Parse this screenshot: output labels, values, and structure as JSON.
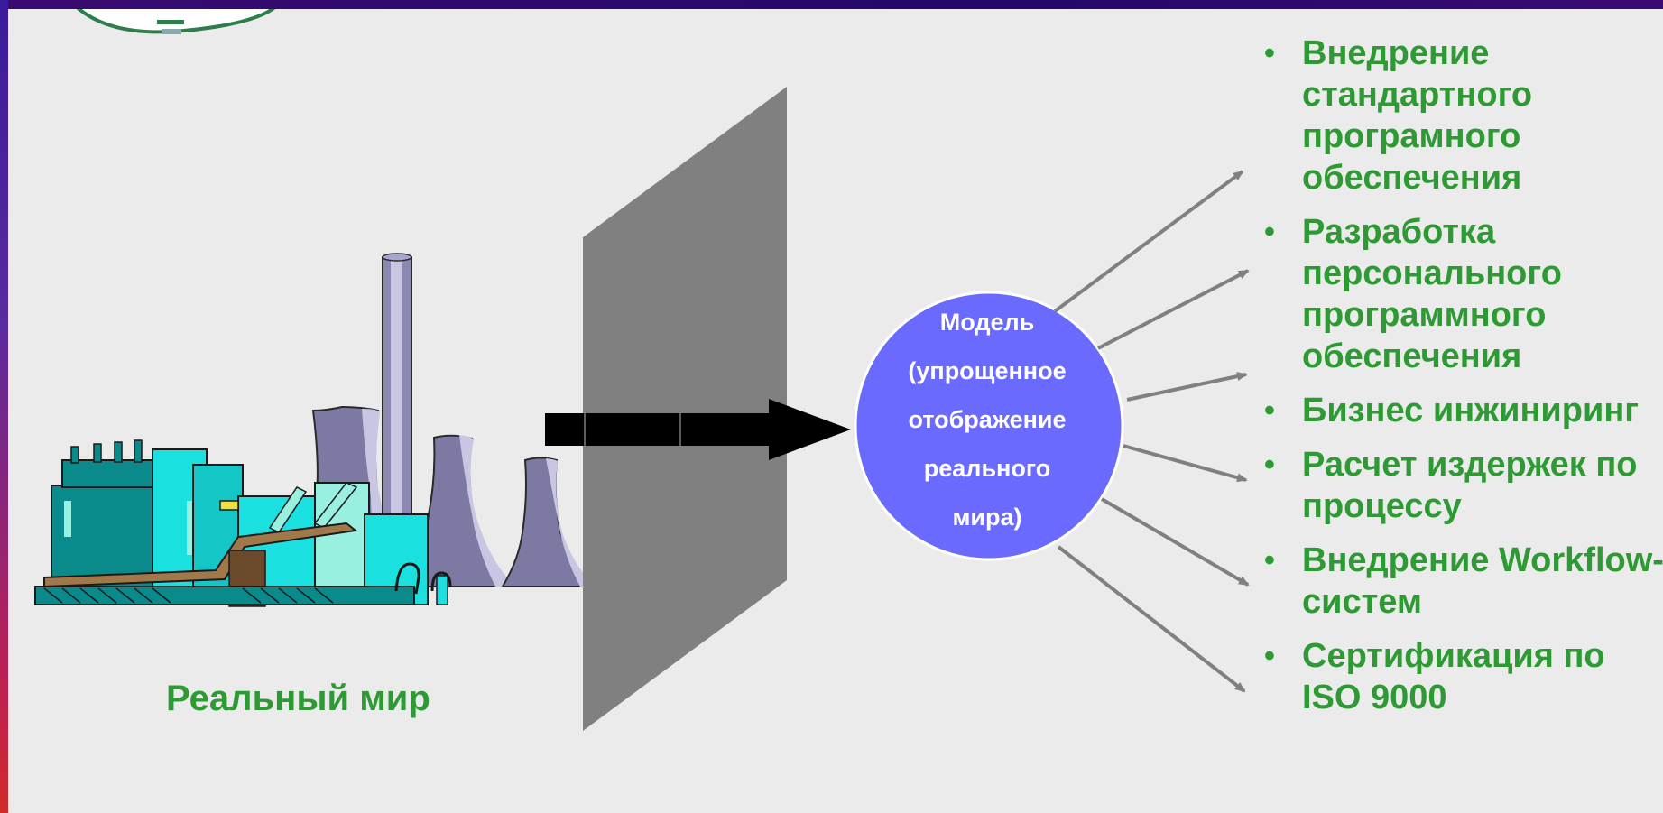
{
  "diagram": {
    "real_world_label": "Реальный мир",
    "model_lines": [
      "Модель",
      "(упрощенное",
      "отображение",
      "реального",
      "мира)"
    ]
  },
  "applications": [
    "Внедрение стандартного програмного обеспечения",
    "Разработка персонального программного обеспечения",
    "Бизнес инжиниринг",
    "Расчет издержек по процессу",
    "Внедрение Workflow-систем",
    "Сертификация по ISO 9000"
  ],
  "icons": [
    "factory-illustration",
    "logo-emblem"
  ],
  "colors": {
    "frame": "#2a0a6e",
    "background": "#ebebeb",
    "text_green": "#2e9a34",
    "model_circle": "#6a6aff",
    "screen_gray": "#808080",
    "arrow_gray": "#808080"
  }
}
